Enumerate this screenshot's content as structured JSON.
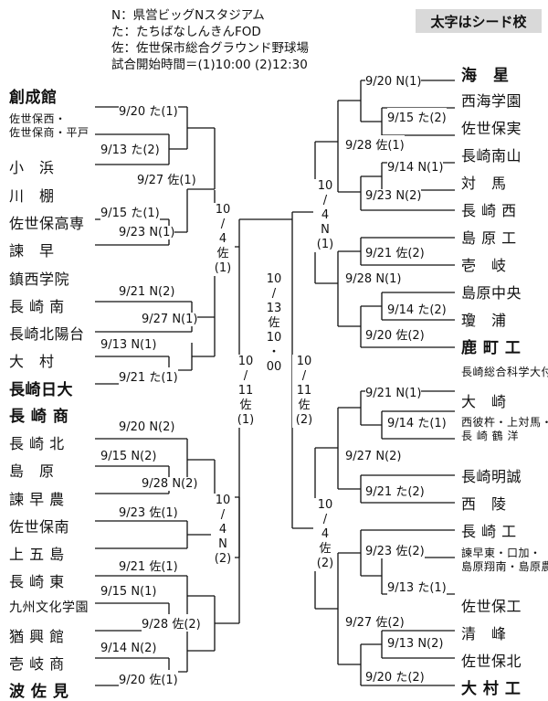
{
  "legend": {
    "lines": [
      "N：県営ビッグNスタジアム",
      "た：たちばなしんきんFOD",
      "佐：佐世保市総合グラウンド野球場",
      "試合開始時間＝(1)10:00 (2)12:30"
    ],
    "seed_note": "太字はシード校"
  },
  "left_teams": [
    {
      "name": "創成館",
      "bold": true
    },
    {
      "name": "佐世保西・\n佐世保商・平戸",
      "small": true
    },
    {
      "name": "小　浜"
    },
    {
      "name": "川　棚"
    },
    {
      "name": "佐世保高専"
    },
    {
      "name": "諫　早"
    },
    {
      "name": "鎮西学院"
    },
    {
      "name": "長 崎 南"
    },
    {
      "name": "長崎北陽台"
    },
    {
      "name": "大　村"
    },
    {
      "name": "長崎日大",
      "bold": true
    },
    {
      "name": "長 崎 商",
      "bold": true
    },
    {
      "name": "長 崎 北"
    },
    {
      "name": "島　原"
    },
    {
      "name": "諫 早 農"
    },
    {
      "name": "佐世保南"
    },
    {
      "name": "上 五 島"
    },
    {
      "name": "長 崎 東"
    },
    {
      "name": "九州文化学園"
    },
    {
      "name": "猶 興 館"
    },
    {
      "name": "壱 岐 商"
    },
    {
      "name": "波 佐 見",
      "bold": true
    }
  ],
  "right_teams": [
    {
      "name": "海　星",
      "bold": true
    },
    {
      "name": "西海学園"
    },
    {
      "name": "佐世保実"
    },
    {
      "name": "長崎南山"
    },
    {
      "name": "対　馬"
    },
    {
      "name": "長 崎 西"
    },
    {
      "name": "島 原 工"
    },
    {
      "name": "壱　岐"
    },
    {
      "name": "島原中央"
    },
    {
      "name": "瓊　浦"
    },
    {
      "name": "鹿 町 工",
      "bold": true
    },
    {
      "name": "長崎総合科学大付",
      "small": true
    },
    {
      "name": "大　崎"
    },
    {
      "name": "西彼杵・上対馬・\n長 崎 鶴 洋",
      "small": true
    },
    {
      "name": "長崎明誠"
    },
    {
      "name": "西　陵"
    },
    {
      "name": "長 崎 工"
    },
    {
      "name": "諫早東・口加・\n島原翔南・島原農",
      "small": true
    },
    {
      "name": "佐世保工"
    },
    {
      "name": "清　峰"
    },
    {
      "name": "佐世保北"
    },
    {
      "name": "大 村 工",
      "bold": true
    }
  ],
  "left_labels": [
    "9/20 た(1)",
    "9/13 た(2)",
    "9/27 佐(1)",
    "9/15 た(1)",
    "9/23 N(1)",
    "9/21 N(2)",
    "9/27 N(1)",
    "9/13 N(1)",
    "9/21 た(1)",
    "9/20 N(2)",
    "9/15 N(2)",
    "9/28 N(2)",
    "9/23 佐(1)",
    "9/21 佐(1)",
    "9/15 N(1)",
    "9/28 佐(2)",
    "9/14 N(2)",
    "9/20 佐(1)"
  ],
  "right_labels": [
    "9/20 N(1)",
    "9/15 た(2)",
    "9/28 佐(1)",
    "9/14 N(1)",
    "9/23 N(2)",
    "9/21 佐(2)",
    "9/28 N(1)",
    "9/14 た(2)",
    "9/20 佐(2)",
    "9/21 N(1)",
    "9/14 た(1)",
    "9/27 N(2)",
    "9/21 た(2)",
    "9/23 佐(2)",
    "9/13 た(1)",
    "9/27 佐(2)",
    "9/13 N(2)",
    "9/20 た(2)"
  ],
  "rounds": {
    "left_top": "10\n/\n4\n佐\n(1)",
    "left_bottom": "10\n/\n4\nN\n(2)",
    "left_semi": "10\n/\n11\n佐\n(1)",
    "final": "10\n/\n13\n佐\n10\n・\n00",
    "right_semi": "10\n/\n11\n佐\n(2)",
    "right_top": "10\n/\n4\nN\n(1)",
    "right_bottom": "10\n/\n4\n佐\n(2)"
  }
}
